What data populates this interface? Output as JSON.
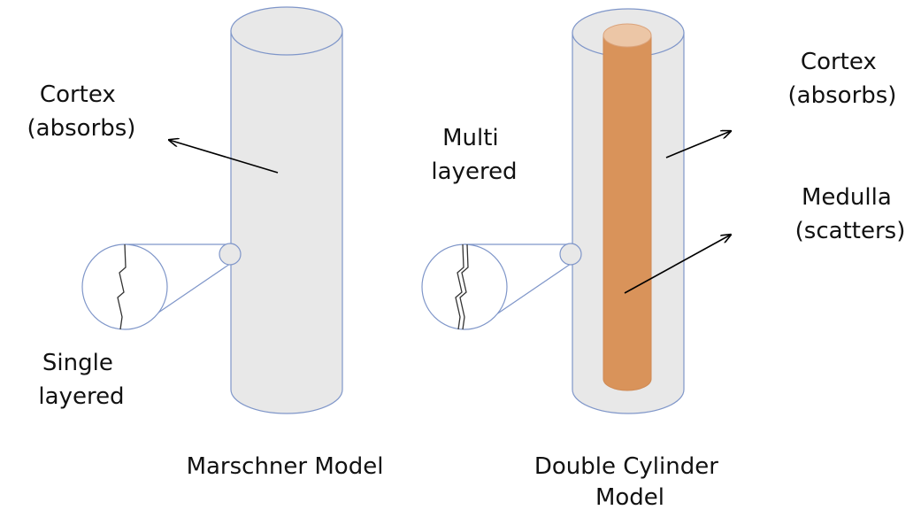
{
  "colors": {
    "cylinder_fill": "#e8e8e8",
    "outline": "#7f96c9",
    "medulla_fill": "#d9935a",
    "medulla_top": "#ecc6a6",
    "arrow": "#000000"
  },
  "marschner": {
    "cortex_label": [
      "Cortex",
      "(absorbs)"
    ],
    "layer_label": [
      "Single",
      "layered"
    ],
    "caption": [
      "Marschner Model"
    ]
  },
  "double_cylinder": {
    "layer_label": [
      "Multi",
      "layered"
    ],
    "cortex_label": [
      "Cortex",
      "(absorbs)"
    ],
    "medulla_label": [
      "Medulla",
      "(scatters)"
    ],
    "caption": [
      "Double Cylinder",
      "Model"
    ]
  }
}
